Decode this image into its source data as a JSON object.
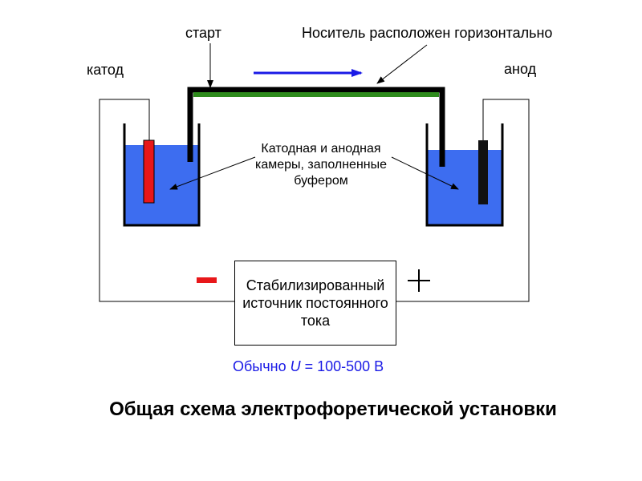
{
  "labels": {
    "start": "старт",
    "carrier": "Носитель расположен горизонтально",
    "cathode": "катод",
    "anode": "анод",
    "chambers": "Катодная и анодная камеры, заполненные буфером"
  },
  "power_source": {
    "label": "Стабилизированный источник постоянного тока",
    "minus": "-",
    "plus": "+"
  },
  "voltage_note": {
    "prefix": "Обычно ",
    "symbol": "U",
    "suffix": " = 100-500 В"
  },
  "title": "Общая схема электрофоретической установки",
  "colors": {
    "buffer": "#3d6df0",
    "carrier": "#2e8b1c",
    "cathode_electrode": "#e8171a",
    "anode_electrode": "#111111",
    "direction_arrow": "#1a1ae6",
    "minus": "#e8171a"
  }
}
